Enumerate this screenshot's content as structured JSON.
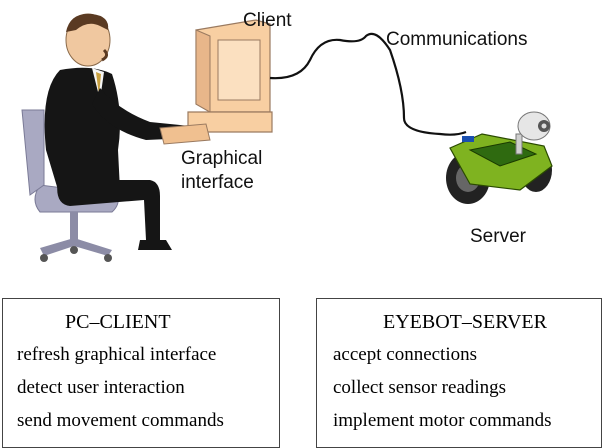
{
  "diagram": {
    "labels": {
      "client": "Client",
      "communications": "Communications",
      "graphical_interface_line1": "Graphical",
      "graphical_interface_line2": "interface",
      "server": "Server"
    }
  },
  "panels": {
    "pc_client": {
      "title": "PC–CLIENT",
      "lines": [
        "refresh graphical interface",
        "detect user interaction",
        "send movement commands"
      ]
    },
    "eyebot_server": {
      "title": "EYEBOT–SERVER",
      "lines": [
        "accept connections",
        "collect sensor readings",
        "implement motor commands"
      ]
    }
  }
}
